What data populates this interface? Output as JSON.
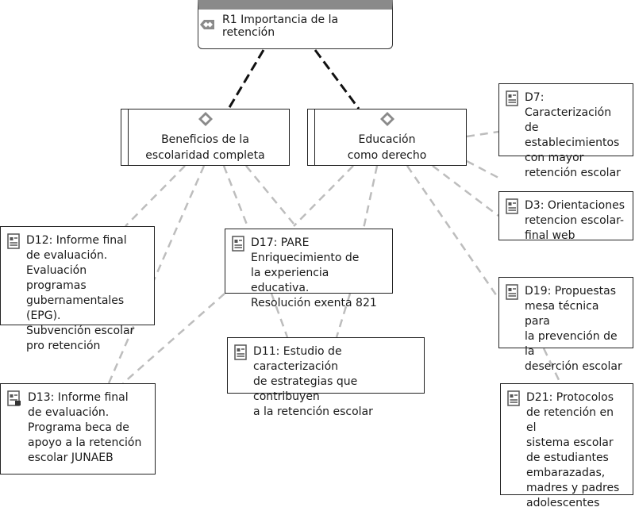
{
  "root": {
    "icon": "network-group-icon",
    "label": "R1 Importancia de la retención"
  },
  "codes": {
    "beneficios": {
      "label": "Beneficios de la\nescolaridad completa",
      "icon": "code-diamond-icon"
    },
    "educacion": {
      "label": "Educación\ncomo derecho",
      "icon": "code-diamond-icon"
    }
  },
  "documents": {
    "d7": {
      "label": "D7: Caracterización\nde establecimientos\ncon mayor\nretención escolar",
      "icon": "document-icon"
    },
    "d3": {
      "label": "D3: Orientaciones\nretencion escolar-\nfinal web",
      "icon": "document-icon"
    },
    "d19": {
      "label": "D19: Propuestas\nmesa técnica para\nla prevención de la\ndeserción escolar",
      "icon": "document-icon"
    },
    "d21": {
      "label": "D21: Protocolos\nde retención en el\nsistema escolar\nde estudiantes\nembarazadas,\nmadres y padres\nadolescentes",
      "icon": "document-icon"
    },
    "d12": {
      "label": "D12: Informe final\nde evaluación.\nEvaluación programas\ngubernamentales (EPG).\nSubvención escolar\npro retención",
      "icon": "document-icon"
    },
    "d17": {
      "label": "D17: PARE\nEnriquecimiento de\nla experiencia educativa.\nResolución exenta 821",
      "icon": "document-icon"
    },
    "d11": {
      "label": "D11: Estudio de caracterización\nde estrategias que contribuyen\na la retención escolar",
      "icon": "document-icon"
    },
    "d13": {
      "label": "D13: Informe final\nde evaluación.\nPrograma beca de\napoyo a la retención\nescolar JUNAEB",
      "icon": "document-linked-icon"
    }
  },
  "colors": {
    "root_header": "#8a8a8a",
    "strong_link": "#111111",
    "weak_link": "#bdbdbd",
    "border": "#222222"
  }
}
